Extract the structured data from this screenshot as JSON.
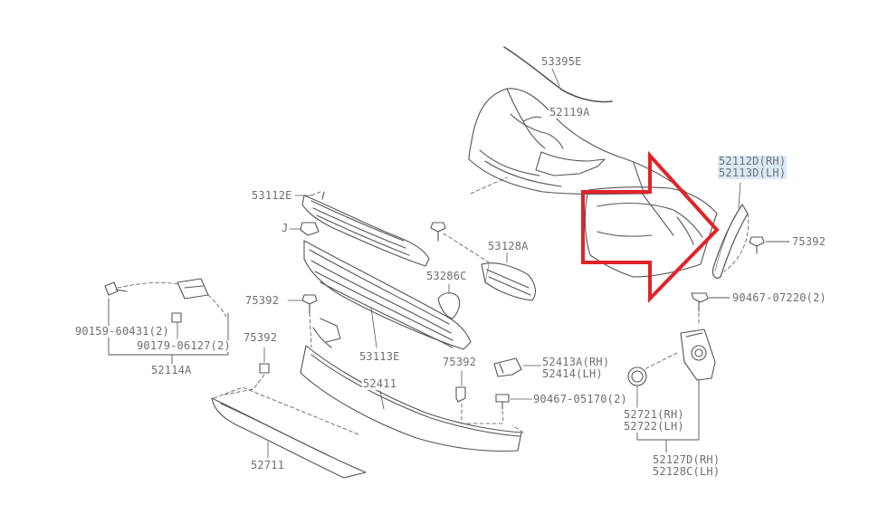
{
  "labels": {
    "l53395E": "53395E",
    "l52119A": "52119A",
    "l52112D": "52112D(RH)",
    "l52113D": "52113D(LH)",
    "l53112E": "53112E",
    "l53128A": "53128A",
    "l53286C": "53286C",
    "l75392_right": "75392",
    "l90467_07220": "90467-07220(2)",
    "l75392_a": "75392",
    "l90159": "90159-60431(2)",
    "l90179": "90179-06127(2)",
    "l52114A": "52114A",
    "l75392_b": "75392",
    "l53113E": "53113E",
    "l75392_c": "75392",
    "l52413A": "52413A(RH)",
    "l52414": "52414(LH)",
    "l52411": "52411",
    "l90467_05170": "90467-05170(2)",
    "l52721": "52721(RH)",
    "l52722": "52722(LH)",
    "l52127D": "52127D(RH)",
    "l52128C": "52128C(LH)",
    "l52711": "52711",
    "l_j": "J"
  },
  "colors": {
    "line": "#555555",
    "label_text": "#6f6f6f",
    "highlight_bg": "#dbe9f6",
    "arrow": "#e0232a"
  }
}
